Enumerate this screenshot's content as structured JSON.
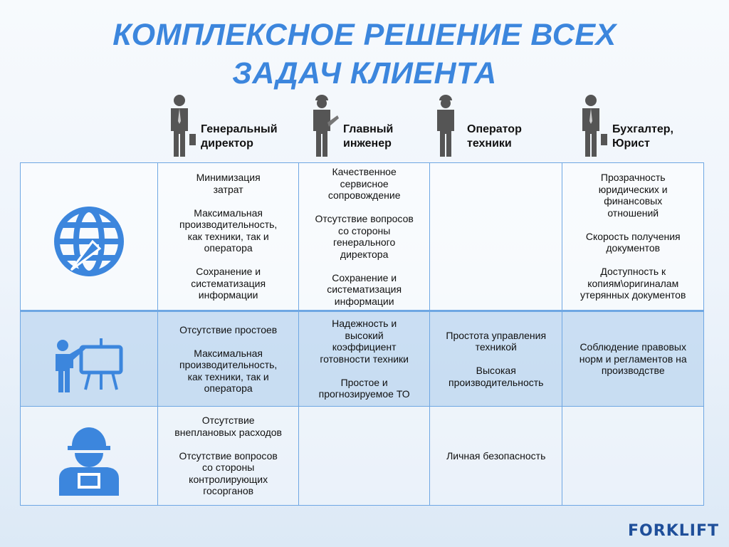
{
  "title": {
    "line1": "КОМПЛЕКСНОЕ РЕШЕНИЕ ВСЕХ",
    "line2": "ЗАДАЧ КЛИЕНТА"
  },
  "roles": [
    {
      "label": "Генеральный\nдиректор",
      "icon": "businessman-icon"
    },
    {
      "label": "Главный\nинженер",
      "icon": "engineer-icon"
    },
    {
      "label": "Оператор\nтехники",
      "icon": "worker-icon"
    },
    {
      "label": "Бухгалтер,\nЮрист",
      "icon": "businessman-icon"
    }
  ],
  "rows": [
    {
      "icon": "globe-icon",
      "cells": [
        "Минимизация\nзатрат\n\nМаксимальная\nпроизводительность,\nкак техники, так и\nоператора\n\nСохранение и\nсистематизация\nинформации",
        "Качественное\nсервисное\nсопровождение\n\nОтсутствие вопросов\nсо стороны\nгенерального\nдиректора\n\nСохранение и\nсистематизация\nинформации",
        "",
        "Прозрачность\nюридических и\nфинансовых\nотношений\n\nСкорость получения\nдокументов\n\nДоступность к\nкопиям\\оригиналам\nутерянных документов"
      ]
    },
    {
      "icon": "presenter-icon",
      "cells": [
        "Отсутствие простоев\n\nМаксимальная\nпроизводительность,\nкак техники, так и\nоператора",
        "Надежность и\nвысокий\nкоэффициент\nготовности техники\n\nПростое и\nпрогнозируемое ТО",
        "Простота управления\nтехникой\n\nВысокая\nпроизводительность",
        "Соблюдение правовых\nнорм и регламентов на\nпроизводстве"
      ]
    },
    {
      "icon": "builder-icon",
      "cells": [
        "Отсутствие\nвнеплановых расходов\n\nОтсутствие вопросов\nсо стороны\nконтролирующих\nгосорганов",
        "",
        "Личная безопасность",
        ""
      ]
    }
  ],
  "logo": "FORKLIFT",
  "colors": {
    "accent": "#3c86dd",
    "border": "#6fa7e3",
    "figure": "#555555"
  }
}
